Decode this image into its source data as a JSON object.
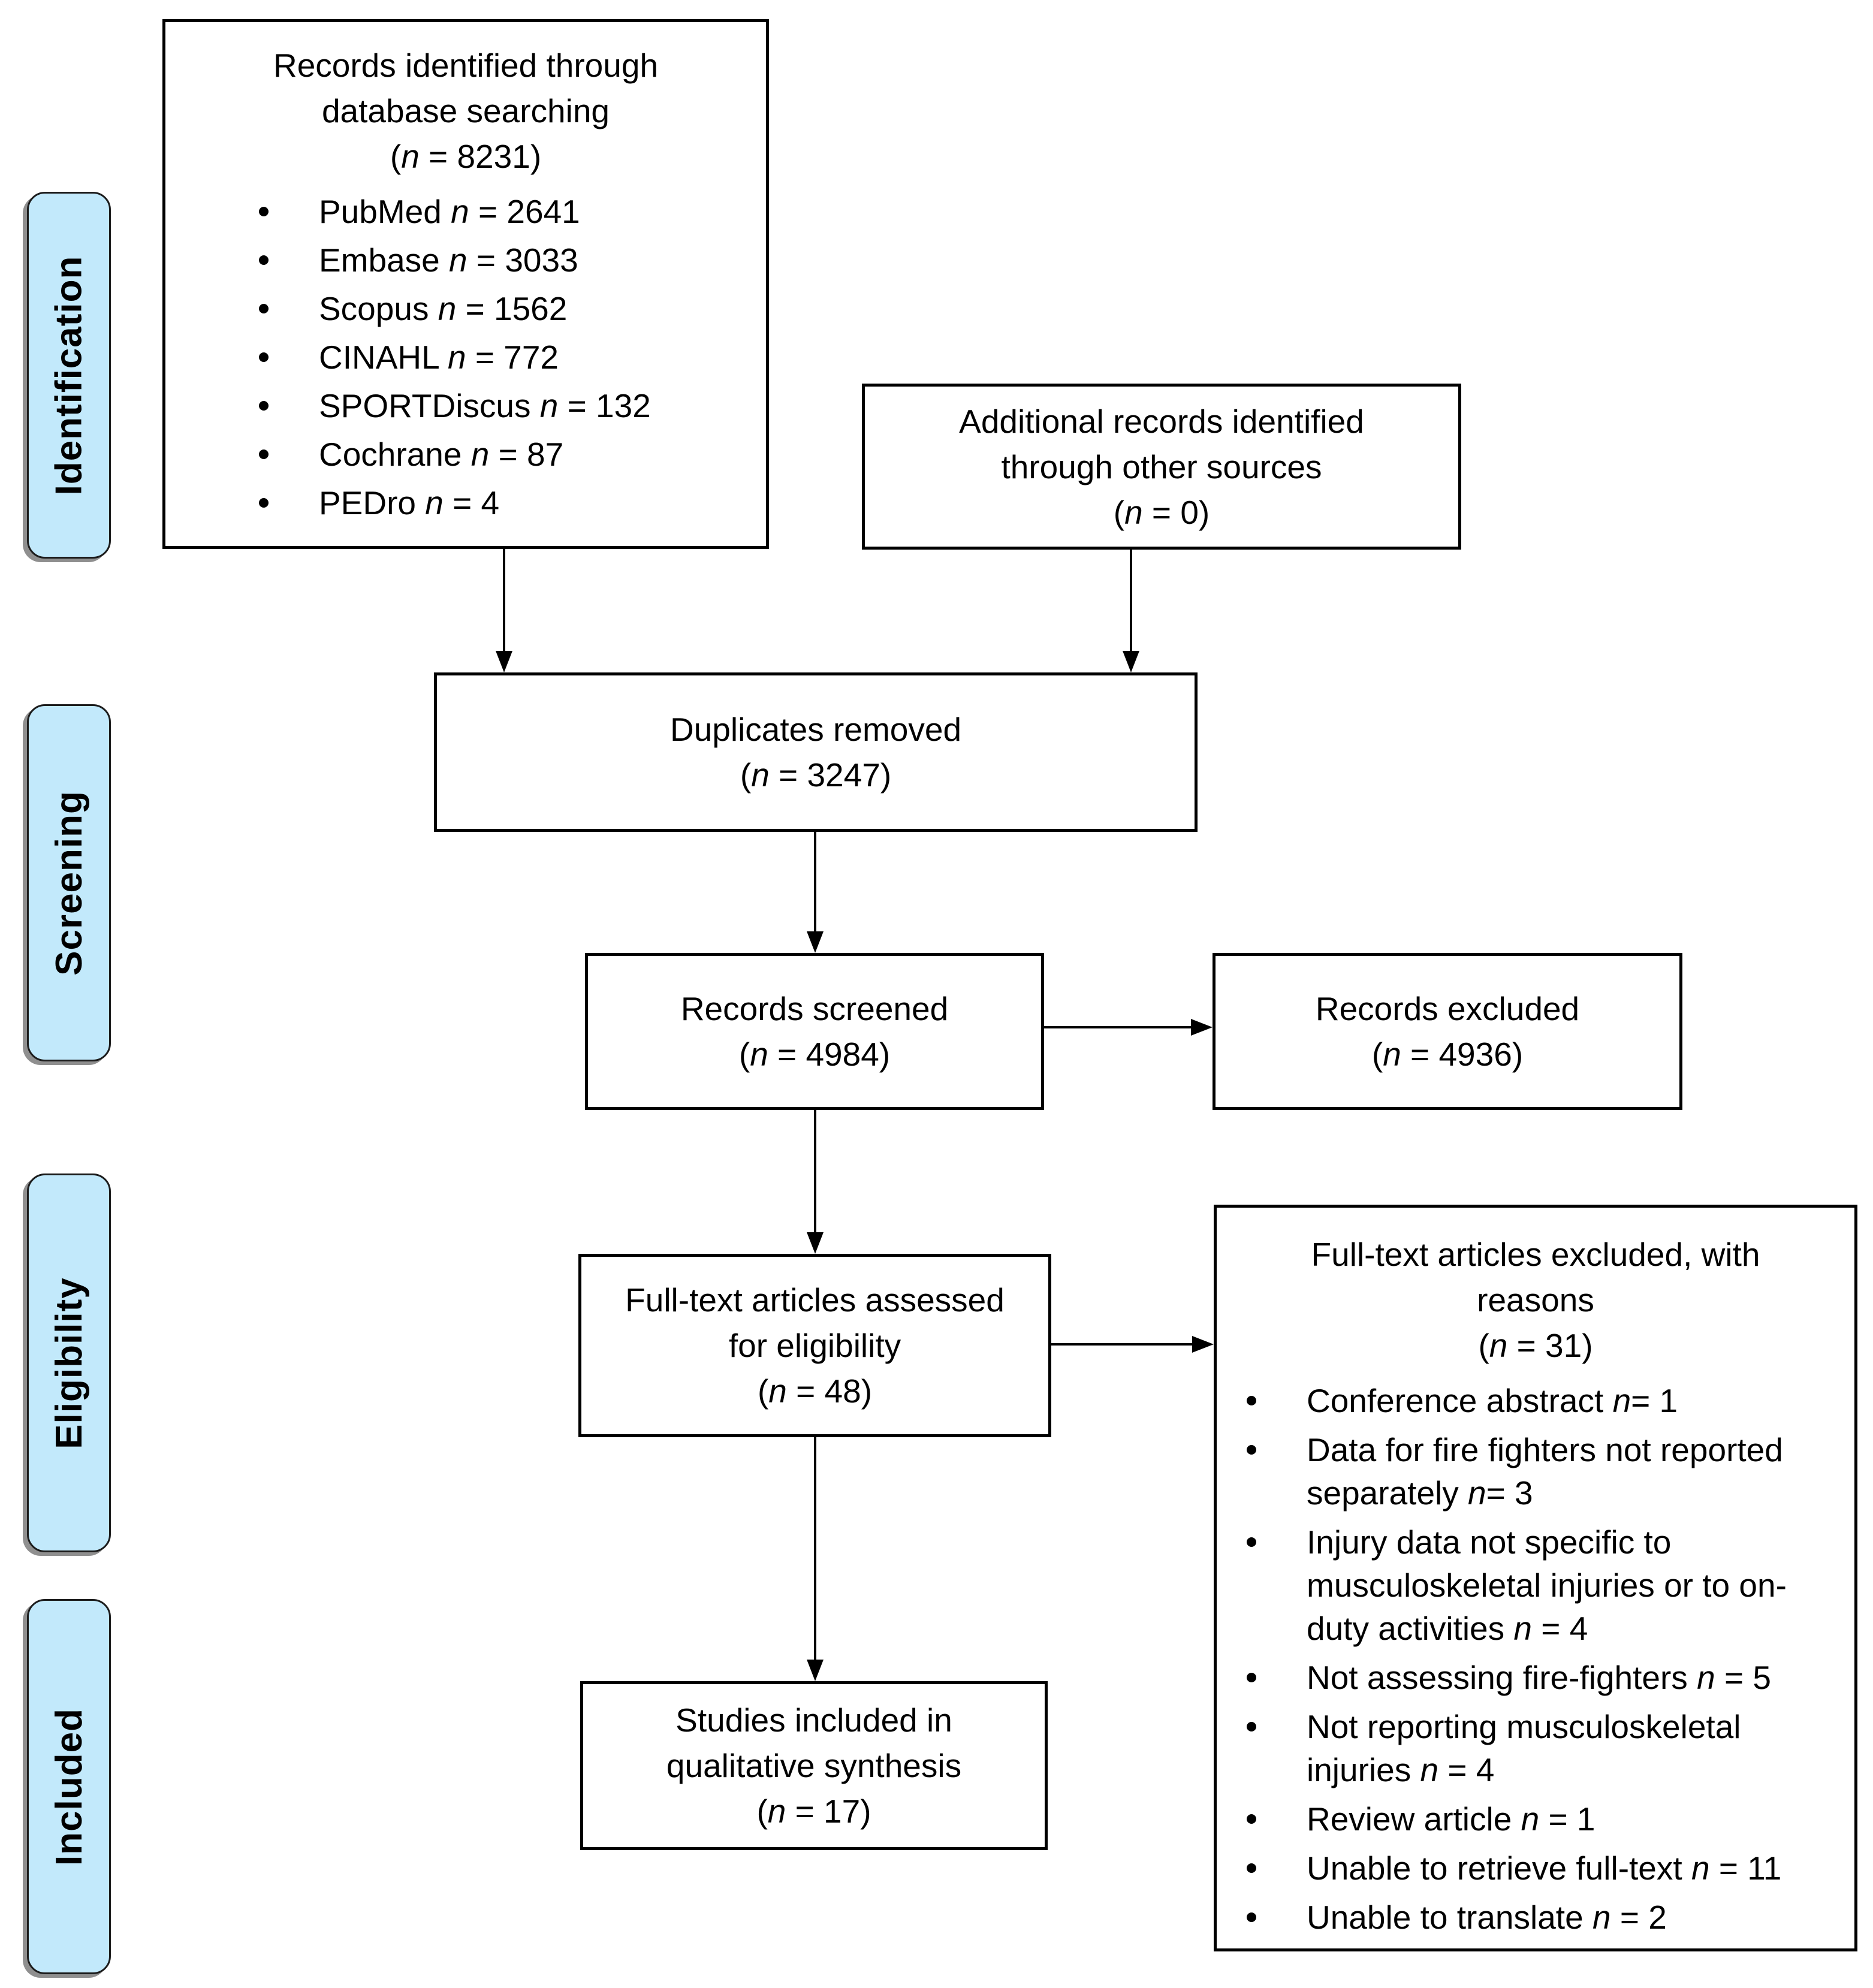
{
  "colors": {
    "stage_fill": "#c2e9fb",
    "stage_border": "#1c1c1c",
    "box_border": "#000000",
    "line": "#000000",
    "text": "#000000",
    "shadow": "#8f8f8f",
    "background": "#ffffff"
  },
  "stages": [
    {
      "label": "Identification"
    },
    {
      "label": "Screening"
    },
    {
      "label": "Eligibility"
    },
    {
      "label": "Included"
    }
  ],
  "boxes": {
    "records_identified": {
      "title": "Records identified through database searching",
      "count": "(n = 8231)",
      "items": [
        "PubMed n = 2641",
        "Embase n = 3033",
        "Scopus n = 1562",
        "CINAHL n = 772",
        "SPORTDiscus n = 132",
        "Cochrane n = 87",
        "PEDro n = 4"
      ]
    },
    "additional_records": {
      "title": "Additional records identified through other sources",
      "count": "(n = 0)"
    },
    "duplicates_removed": {
      "title": "Duplicates removed",
      "count": "(n = 3247)"
    },
    "records_screened": {
      "title": "Records screened",
      "count": "(n = 4984)"
    },
    "records_excluded": {
      "title": "Records excluded",
      "count": "(n = 4936)"
    },
    "fulltext_assessed": {
      "title": "Full-text articles assessed for eligibility",
      "count": "(n = 48)"
    },
    "fulltext_excluded": {
      "title": "Full-text articles excluded, with reasons",
      "count": "(n = 31)",
      "items": [
        "Conference abstract n= 1",
        "Data for fire fighters not reported separately n= 3",
        "Injury data not specific to musculoskeletal injuries or to on-duty activities n = 4",
        "Not assessing fire-fighters n = 5",
        "Not reporting musculoskeletal injuries n = 4",
        "Review article n = 1",
        "Unable to retrieve full-text n = 11",
        "Unable to translate n = 2"
      ]
    },
    "studies_included": {
      "title": "Studies included in qualitative synthesis",
      "count": "(n = 17)"
    }
  }
}
